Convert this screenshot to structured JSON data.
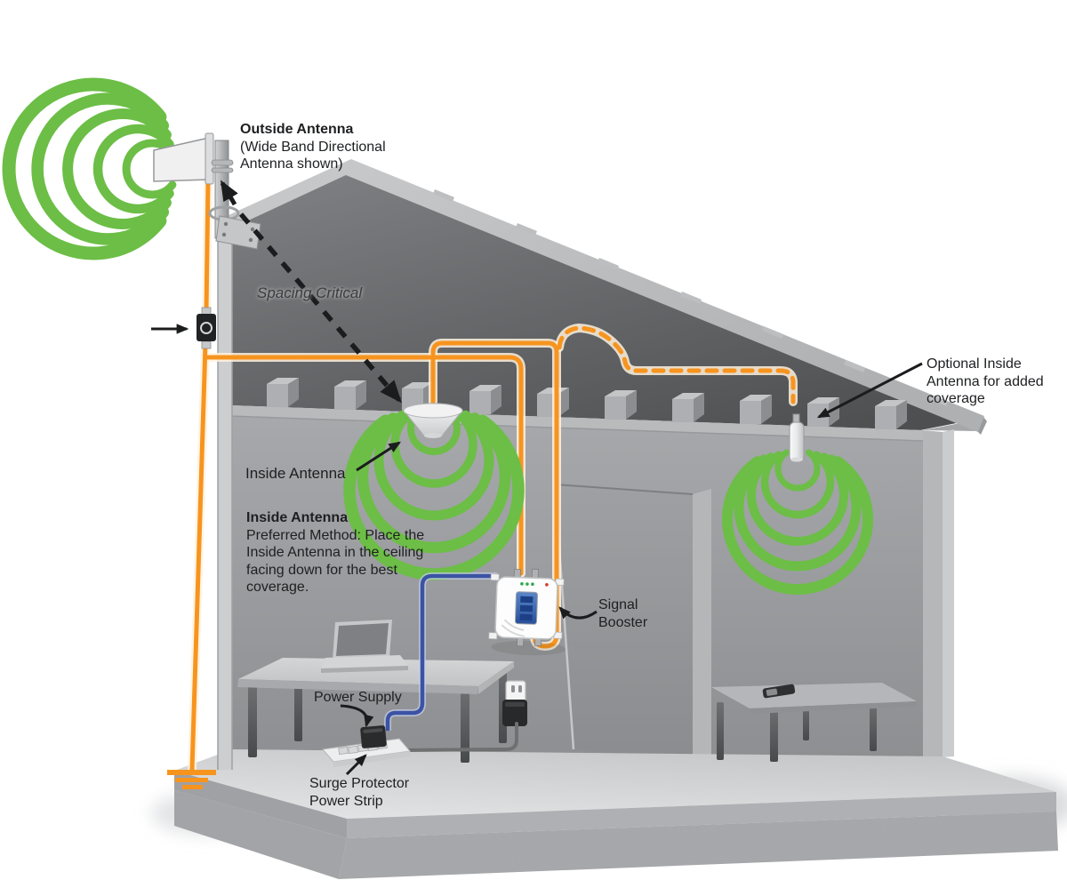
{
  "diagram": {
    "labels": {
      "outside_antenna": {
        "title": "Outside Antenna",
        "sub1": "(Wide Band Directional",
        "sub2": "Antenna shown)"
      },
      "spacing_critical": "Spacing Critical",
      "optional_inside": {
        "l1": "Optional Inside",
        "l2": "Antenna for added",
        "l3": "coverage"
      },
      "inside_antenna_pointer": "Inside Antenna",
      "inside_note": {
        "title": "Inside Antenna",
        "l1": "Preferred Method: Place the",
        "l2": "Inside Antenna in the ceiling",
        "l3": "facing down for the best",
        "l4": "coverage."
      },
      "signal_booster": {
        "l1": "Signal",
        "l2": "Booster"
      },
      "power_supply": "Power Supply",
      "surge_protector": {
        "l1": "Surge Protector",
        "l2": "Power Strip"
      }
    },
    "colors": {
      "wave_green": "#6CBE46",
      "cable_orange": "#F7941E",
      "cable_blue": "#3A53A4",
      "arrow_black": "#1B1C1E"
    }
  }
}
